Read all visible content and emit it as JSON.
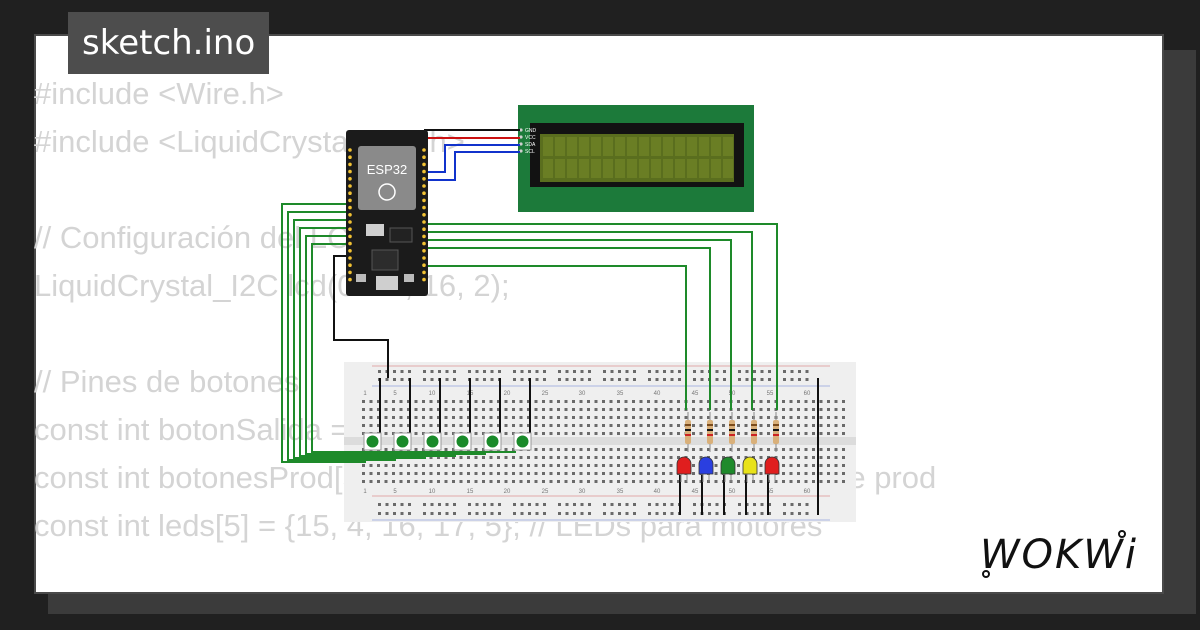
{
  "window": {
    "title": "sketch.ino"
  },
  "code": {
    "lines": [
      "#include <Wire.h>",
      "#include <LiquidCrystal_I2C.h>",
      "",
      "// Configuración del LCD",
      "LiquidCrystal_I2C lcd(0x27, 16, 2);",
      "",
      "// Pines de botones",
      "const int botonSalida = 34;   // Botón de salida",
      "const int botonesProd[5] = {26, 25, 33, 32, 35}; // Botones de prod",
      "const int leds[5] = {15, 4, 16, 17, 5}; // LEDs para motores"
    ]
  },
  "board": {
    "label": "ESP32"
  },
  "lcd_pins": [
    "GND",
    "VCC",
    "SDA",
    "SCL"
  ],
  "breadboard": {
    "column_numbers": [
      "1",
      "5",
      "10",
      "15",
      "20",
      "25",
      "30",
      "35",
      "40",
      "45",
      "50",
      "55",
      "60"
    ]
  },
  "leds": [
    {
      "color": "#e01e1e"
    },
    {
      "color": "#2a3fe0"
    },
    {
      "color": "#1f8a2c"
    },
    {
      "color": "#e8e21a"
    },
    {
      "color": "#e01e1e"
    }
  ],
  "logo": {
    "text": "WOKWi"
  },
  "colors": {
    "background": "#202020",
    "tag_background": "#4d4d4d",
    "code_text": "#d4d4d4",
    "wire_green": "#1e8a2a",
    "wire_black": "#111111",
    "wire_red": "#cc1111",
    "wire_blue": "#1133cc",
    "lcd_board": "#1c7a3a",
    "lcd_screen": "#5a6e1e"
  }
}
